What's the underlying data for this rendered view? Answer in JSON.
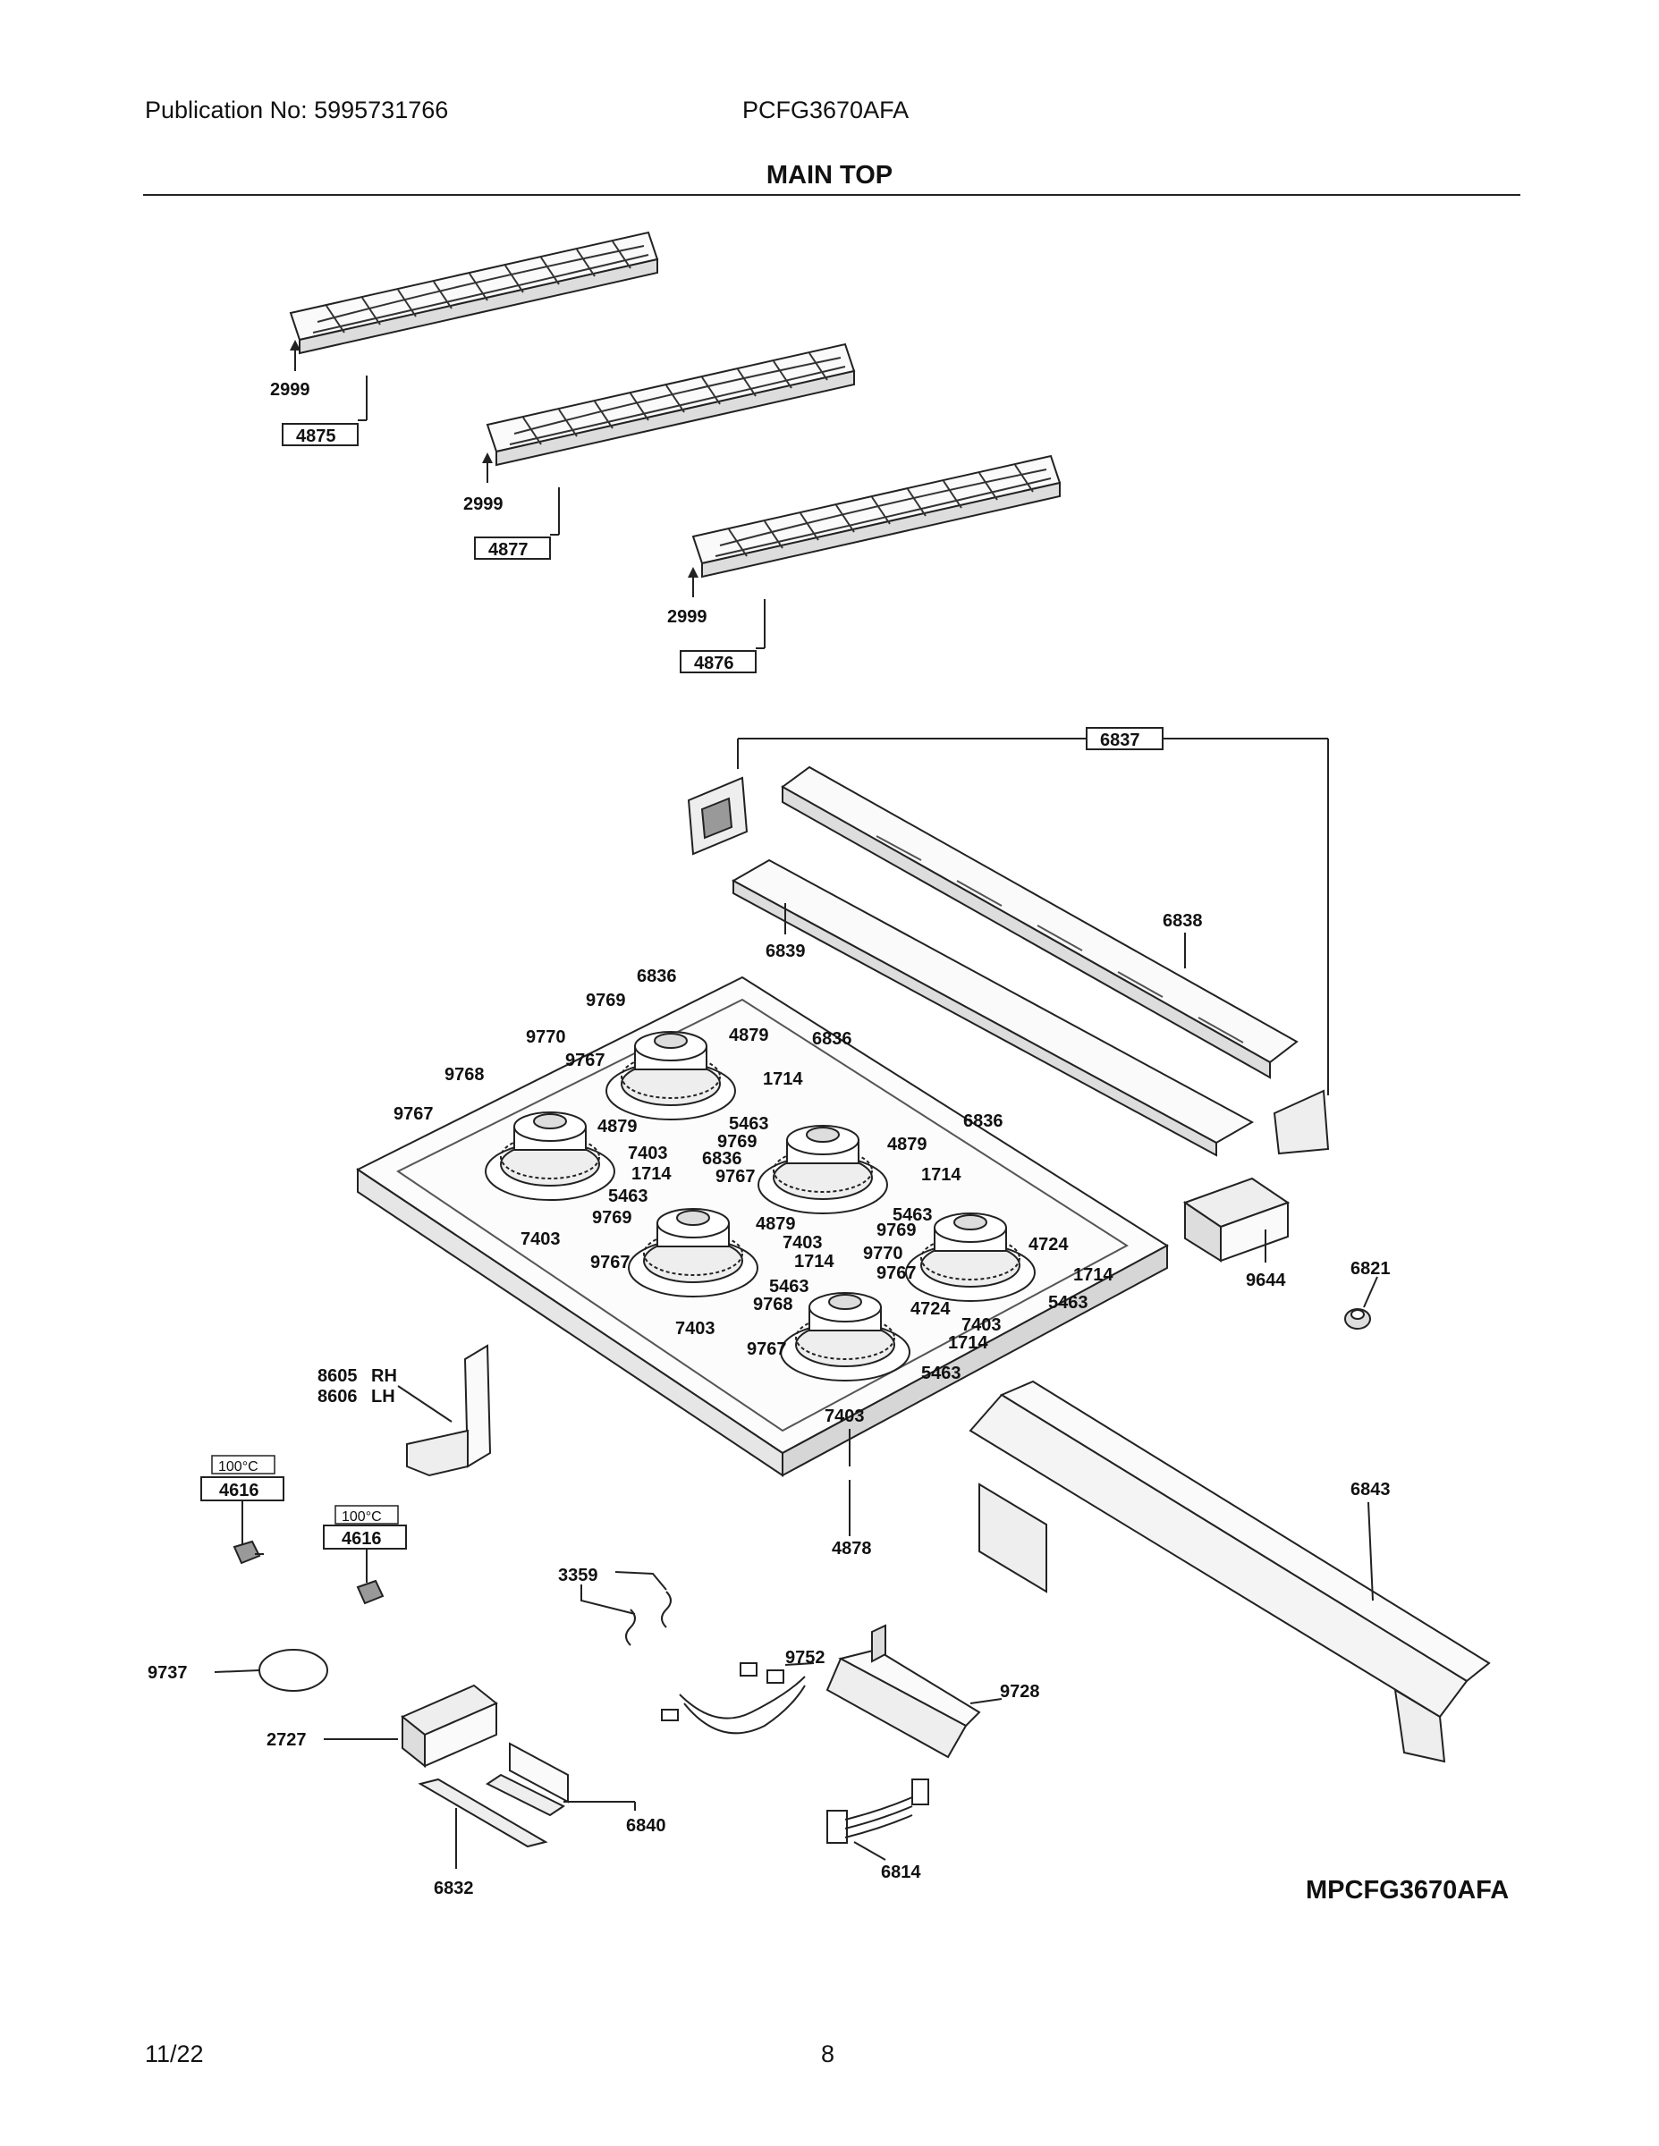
{
  "header": {
    "publication": "Publication No: 5995731766",
    "model": "PCFG3670AFA",
    "title": "MAIN TOP"
  },
  "callouts": {
    "grate_screw": "2999",
    "grate_left": "4875",
    "grate_center": "4877",
    "grate_right": "4876",
    "rail_assembly": "6837",
    "rail_rear": "6838",
    "rail_front": "6839",
    "burner_cap": "6836",
    "burner_head_a": "9769",
    "burner_head_b": "9770",
    "burner_base_a": "9767",
    "burner_base_b": "9768",
    "ignitor": "4879",
    "spring": "1714",
    "grommet": "5463",
    "orifice_screw": "7403",
    "electrode": "4724",
    "module_bracket": "9644",
    "spacer": "6821",
    "bracket_rh": "8605",
    "bracket_lh": "8606",
    "rh": "RH",
    "lh": "LH",
    "thermostat_temp": "100°C",
    "thermostat": "4616",
    "main_top": "4878",
    "rear_panel": "6843",
    "clip": "3359",
    "insulation_disc": "9737",
    "harness": "9752",
    "mount_bracket": "9728",
    "spark_module": "2727",
    "module_plate": "6840",
    "strip": "6832",
    "wire_harness": "6814"
  },
  "footer": {
    "date": "11/22",
    "page": "8",
    "diagram_code": "MPCFG3670AFA"
  }
}
